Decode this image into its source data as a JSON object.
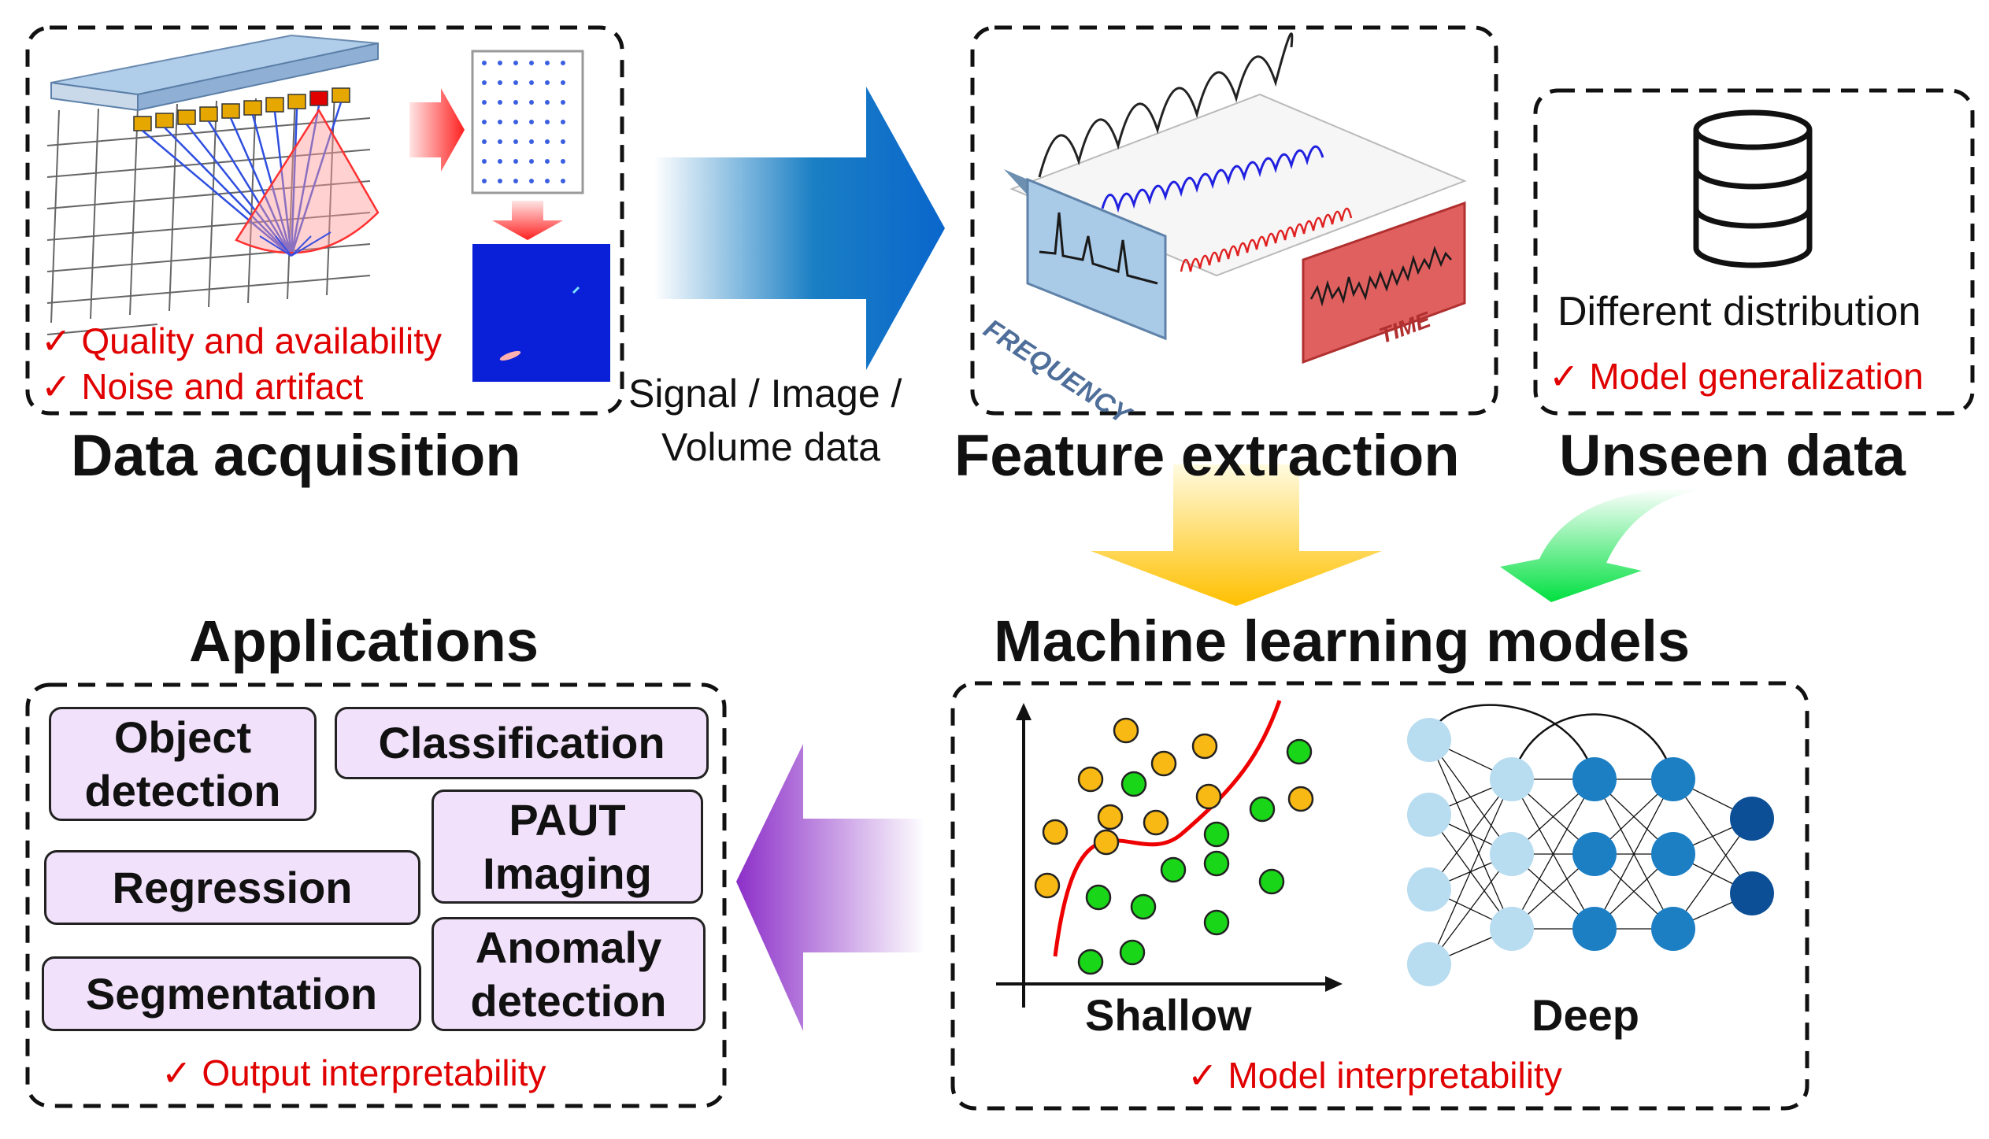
{
  "data_acquisition": {
    "title": "Data acquisition",
    "checks": [
      "✓ Quality and availability",
      "✓ Noise and artifact"
    ]
  },
  "input_arrow": {
    "label_line1": "Signal / Image /",
    "label_line2": "Volume data"
  },
  "feature_extraction": {
    "title": "Feature extraction",
    "frequency_label": "FREQUENCY",
    "time_label": "TIME"
  },
  "unseen_data": {
    "title": "Unseen data",
    "description": "Different distribution",
    "check": "✓ Model generalization",
    "icon": "database-icon"
  },
  "ml_models": {
    "title": "Machine learning models",
    "shallow_label": "Shallow",
    "deep_label": "Deep",
    "check": "✓ Model interpretability"
  },
  "applications": {
    "title": "Applications",
    "items": {
      "object_detection": [
        "Object",
        "detection"
      ],
      "classification": "Classification",
      "paut_imaging": [
        "PAUT",
        "Imaging"
      ],
      "regression": "Regression",
      "anomaly_detection": [
        "Anomaly",
        "detection"
      ],
      "segmentation": "Segmentation"
    },
    "check": "✓ Output  interpretability"
  },
  "colors": {
    "check_red": "#e00000",
    "app_fill": "#f1e1fa",
    "orange_point": "#f9b915",
    "green_point": "#19d619",
    "nn_light": "#b8dcf0",
    "nn_mid": "#1c7fc4",
    "nn_dark": "#0d4f96"
  }
}
